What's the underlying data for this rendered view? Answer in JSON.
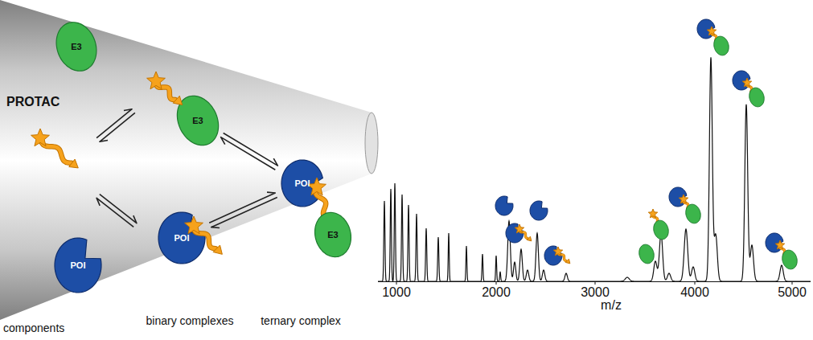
{
  "diagram": {
    "nodes": [
      {
        "text": [
          "E3"
        ]
      },
      {
        "text": [
          "POI"
        ]
      },
      {
        "text": [
          "E3"
        ]
      },
      {
        "text": [
          "POI"
        ]
      },
      {
        "text": [
          "POI"
        ]
      },
      {
        "text": [
          "E3"
        ]
      }
    ],
    "edges": [
      {
        "from": 2,
        "to": 4,
        "arrow": "both"
      },
      {
        "from": 3,
        "to": 4,
        "arrow": "both"
      }
    ],
    "labels": [
      "PROTAC",
      "components",
      "binary complexes",
      "ternary complex",
      "1000",
      "2000",
      "3000",
      "4000",
      "5000",
      "m/z"
    ]
  }
}
